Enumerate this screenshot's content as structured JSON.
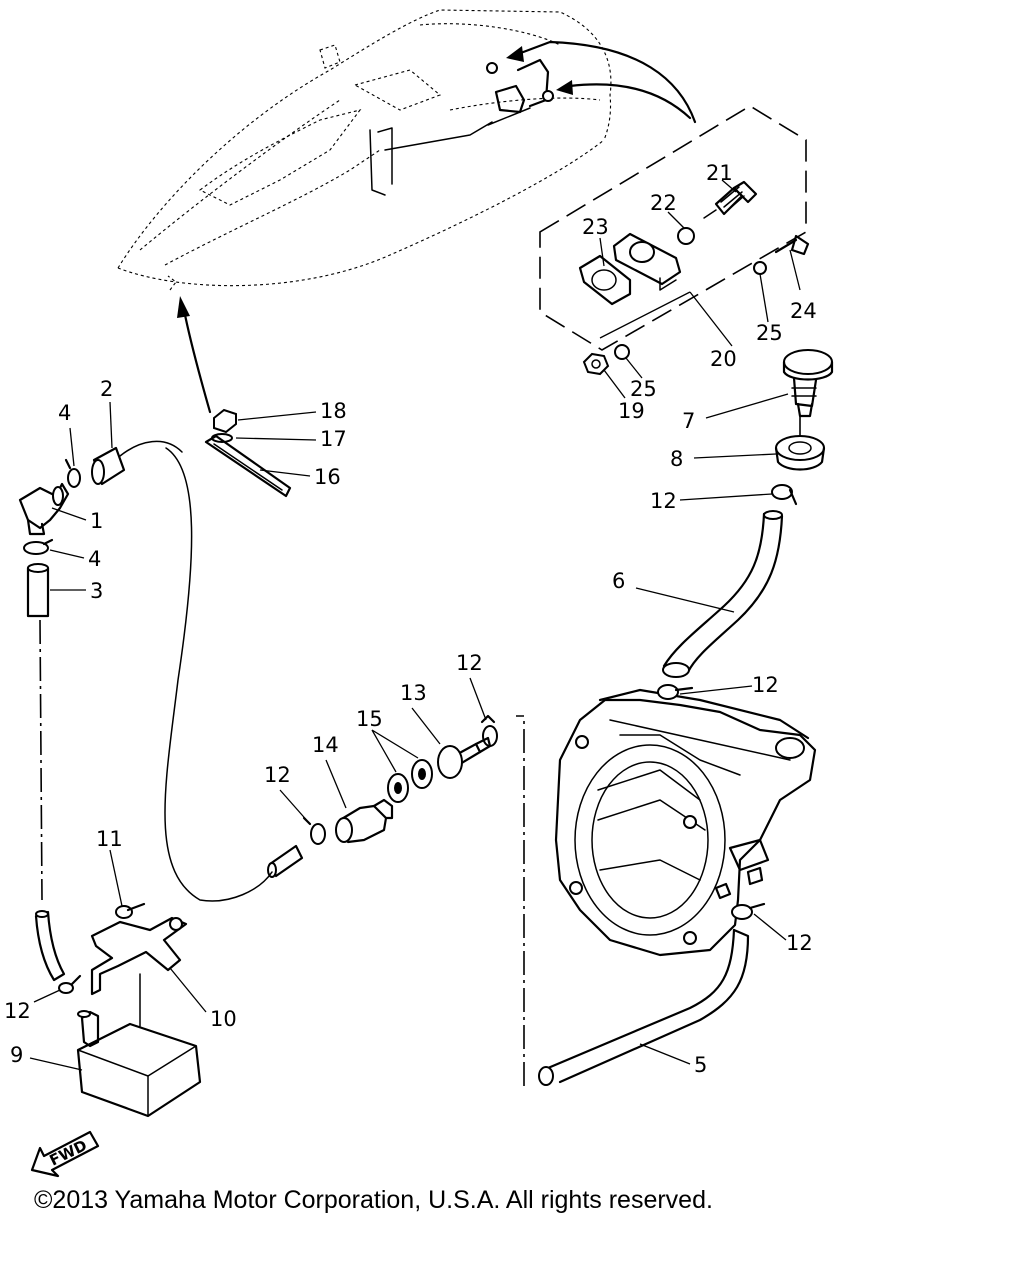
{
  "callouts": {
    "p1": "1",
    "p2": "2",
    "p3": "3",
    "p4a": "4",
    "p4b": "4",
    "p5": "5",
    "p6": "6",
    "p7": "7",
    "p8": "8",
    "p9": "9",
    "p10": "10",
    "p11": "11",
    "p12a": "12",
    "p12b": "12",
    "p12c": "12",
    "p12d": "12",
    "p12e": "12",
    "p12f": "12",
    "p13": "13",
    "p14": "14",
    "p15": "15",
    "p16": "16",
    "p17": "17",
    "p18": "18",
    "p19": "19",
    "p20": "20",
    "p21": "21",
    "p22": "22",
    "p23": "23",
    "p24": "24",
    "p25a": "25",
    "p25b": "25"
  },
  "fwd_label": "FWD",
  "copyright": "©2013 Yamaha Motor Corporation, U.S.A. All rights reserved."
}
